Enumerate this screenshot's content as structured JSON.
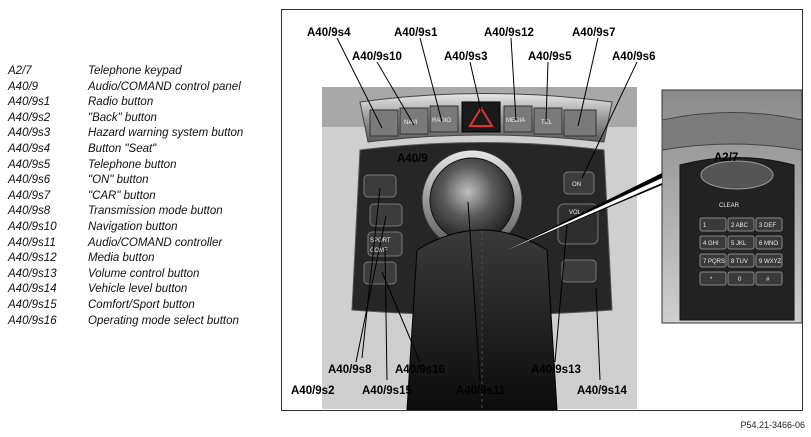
{
  "legend": [
    {
      "code": "A2/7",
      "desc": "Telephone keypad"
    },
    {
      "code": "A40/9",
      "desc": "Audio/COMAND control panel"
    },
    {
      "code": "A40/9s1",
      "desc": "Radio button"
    },
    {
      "code": "A40/9s2",
      "desc": "\"Back\" button"
    },
    {
      "code": "A40/9s3",
      "desc": "Hazard warning system button"
    },
    {
      "code": "A40/9s4",
      "desc": "Button \"Seat\""
    },
    {
      "code": "A40/9s5",
      "desc": "Telephone button"
    },
    {
      "code": "A40/9s6",
      "desc": "\"ON\" button"
    },
    {
      "code": "A40/9s7",
      "desc": "\"CAR\" button"
    },
    {
      "code": "A40/9s8",
      "desc": "Transmission mode button"
    },
    {
      "code": "A40/9s10",
      "desc": "Navigation button"
    },
    {
      "code": "A40/9s11",
      "desc": "Audio/COMAND controller"
    },
    {
      "code": "A40/9s12",
      "desc": "Media button"
    },
    {
      "code": "A40/9s13",
      "desc": "Volume control button"
    },
    {
      "code": "A40/9s14",
      "desc": "Vehicle level button"
    },
    {
      "code": "A40/9s15",
      "desc": "Comfort/Sport button"
    },
    {
      "code": "A40/9s16",
      "desc": "Operating mode select button"
    }
  ],
  "callouts": {
    "s4": "A40/9s4",
    "s1": "A40/9s1",
    "s12": "A40/9s12",
    "s7": "A40/9s7",
    "s10": "A40/9s10",
    "s3": "A40/9s3",
    "s5": "A40/9s5",
    "s6": "A40/9s6",
    "panel": "A40/9",
    "keypad": "A2/7",
    "s8": "A40/9s8",
    "s16": "A40/9s16",
    "s13": "A40/9s13",
    "s2": "A40/9s2",
    "s15": "A40/9s15",
    "s11": "A40/9s11",
    "s14": "A40/9s14"
  },
  "button_labels": {
    "radio": "RADIO",
    "media": "MEDIA",
    "tel": "TEL",
    "navi": "NAVI",
    "on": "ON",
    "vol": "VOL",
    "sport": "SPORT",
    "comf": "COMF",
    "clear": "CLEAR"
  },
  "keypad_keys": [
    "1",
    "2 ABC",
    "3 DEF",
    "4 GHI",
    "5 JKL",
    "6 MNO",
    "7 PQRS",
    "8 TUV",
    "9 WXYZ",
    "*",
    "0",
    "#"
  ],
  "figure_code": "P54.21-3466-06"
}
